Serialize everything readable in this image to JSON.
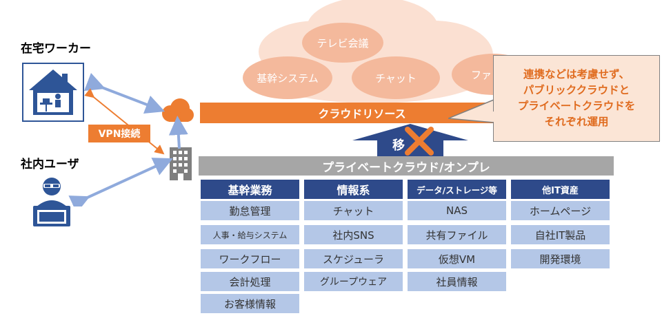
{
  "actors": {
    "home_worker": "在宅ワーカー",
    "office_user": "社内ユーザ",
    "vpn": "VPN接続"
  },
  "cloud": {
    "services": [
      "テレビ会議",
      "基幹システム",
      "チャット",
      "ファ"
    ],
    "resource_bar": "クラウドリソース"
  },
  "migration_label": "移",
  "private_bar": "プライベートクラウド/オンプレ",
  "callout": {
    "lines": [
      "連携などは考慮せず、",
      "パブリッククラウドと",
      "プライベートクラウドを",
      "それぞれ運用"
    ]
  },
  "columns": [
    {
      "header": "基幹業務",
      "items": [
        "勤怠管理",
        "人事・給与システム",
        "ワークフロー",
        "会計処理",
        "お客様情報"
      ]
    },
    {
      "header": "情報系",
      "items": [
        "チャット",
        "社内SNS",
        "スケジューラ",
        "グループウェア"
      ]
    },
    {
      "header": "データ/ストレージ等",
      "items": [
        "NAS",
        "共有ファイル",
        "仮想VM",
        "社員情報"
      ]
    },
    {
      "header": "他IT資産",
      "items": [
        "ホームページ",
        "自社IT製品",
        "開発環境"
      ]
    }
  ],
  "colors": {
    "orange": "#ed7d31",
    "navy": "#2e4a8a",
    "light_blue": "#b4c7e7",
    "gray": "#a6a6a6",
    "cloud": "#f4b99c",
    "icon_blue": "#2e5597"
  }
}
